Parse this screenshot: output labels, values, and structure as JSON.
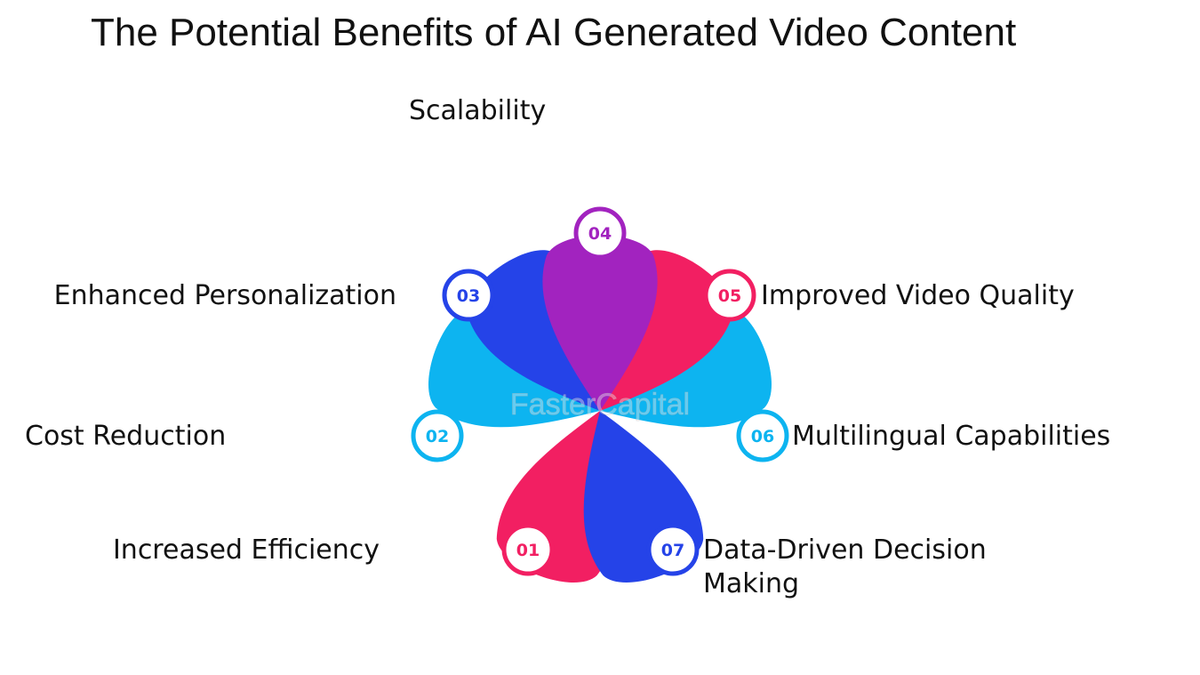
{
  "title": "The Potential Benefits of AI Generated Video Content",
  "watermark": "FasterCapital",
  "colors": {
    "pink": "#f21f62",
    "cyan": "#0db4f0",
    "blue": "#2543e8",
    "purple": "#a223bf"
  },
  "petals": [
    {
      "number": "01",
      "label": "Increased Efficiency",
      "color": "#f21f62"
    },
    {
      "number": "02",
      "label": "Cost Reduction",
      "color": "#0db4f0"
    },
    {
      "number": "03",
      "label": "Enhanced Personalization",
      "color": "#2543e8"
    },
    {
      "number": "04",
      "label": "Scalability",
      "color": "#a223bf"
    },
    {
      "number": "05",
      "label": "Improved Video Quality",
      "color": "#f21f62"
    },
    {
      "number": "06",
      "label": "Multilingual Capabilities",
      "color": "#0db4f0"
    },
    {
      "number": "07",
      "label": "Data-Driven Decision Making",
      "color": "#2543e8"
    }
  ]
}
